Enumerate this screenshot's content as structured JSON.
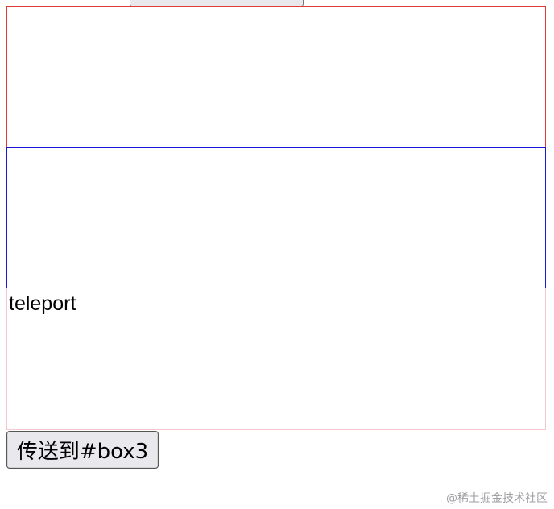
{
  "top_button": {
    "label": ""
  },
  "teleport_box": {
    "text": "teleport"
  },
  "send_button": {
    "label": "传送到#box3"
  },
  "watermark": {
    "text": "@稀土掘金技术社区"
  },
  "colors": {
    "box1_border": "#e53935",
    "box2_border": "#1a16d8",
    "box3_border": "#f6c7cc",
    "button_bg": "#e9e9ed"
  }
}
